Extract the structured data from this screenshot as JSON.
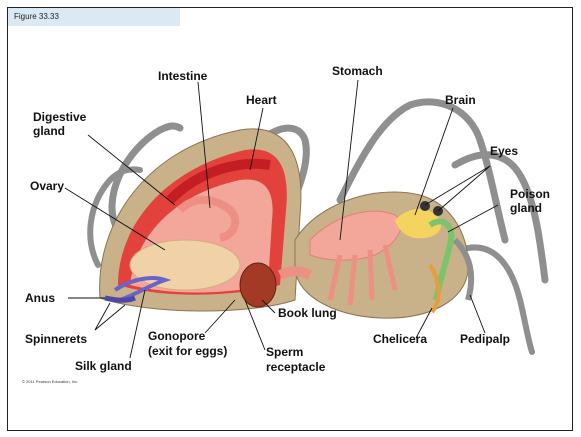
{
  "figure_label": "Figure 33.33",
  "copyright": "© 2011 Pearson Education, Inc.",
  "labels": {
    "intestine": "Intestine",
    "stomach": "Stomach",
    "heart": "Heart",
    "brain": "Brain",
    "digestive_gland_line1": "Digestive",
    "digestive_gland_line2": "gland",
    "eyes": "Eyes",
    "poison_gland_line1": "Poison",
    "poison_gland_line2": "gland",
    "ovary": "Ovary",
    "anus": "Anus",
    "spinnerets": "Spinnerets",
    "gonopore_line1": "Gonopore",
    "gonopore_line2": "(exit for eggs)",
    "book_lung": "Book lung",
    "chelicera": "Chelicera",
    "pedipalp": "Pedipalp",
    "silk_gland": "Silk gland",
    "sperm_receptacle_line1": "Sperm",
    "sperm_receptacle_line2": "receptacle"
  },
  "colors": {
    "body_wall": "#d6c7a6",
    "tissue_pink": "#f2a79a",
    "heart_red": "#d8262a",
    "legs_gray": "#9a9a9a",
    "silk_purple": "#6a63c8",
    "poison_green": "#7cc46b",
    "nerve_yellow": "#f4d35e"
  }
}
